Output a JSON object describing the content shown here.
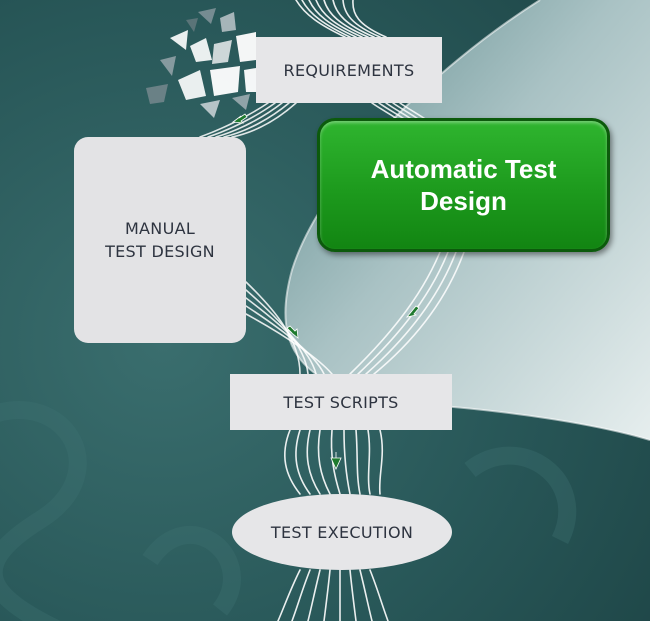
{
  "diagram": {
    "nodes": {
      "requirements": "REQUIREMENTS",
      "manual_test_design": "MANUAL\nTEST DESIGN",
      "automatic_test_design": "Automatic Test\nDesign",
      "test_scripts": "TEST SCRIPTS",
      "test_execution": "TEST EXECUTION"
    },
    "edges": [
      {
        "from": "requirements",
        "to": "manual_test_design"
      },
      {
        "from": "requirements",
        "to": "automatic_test_design"
      },
      {
        "from": "manual_test_design",
        "to": "test_scripts"
      },
      {
        "from": "automatic_test_design",
        "to": "test_scripts"
      },
      {
        "from": "test_scripts",
        "to": "test_execution"
      }
    ],
    "colors": {
      "background_dark": "#2a5b5c",
      "background_light": "#cfdcde",
      "box_fill": "#e6e6e8",
      "automatic_fill": "#1d9a1d",
      "automatic_border": "#0c5a0c",
      "arrow": "#1e7a2e"
    }
  }
}
